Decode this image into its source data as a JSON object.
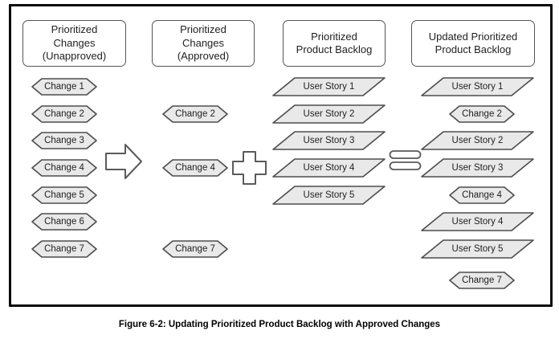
{
  "caption": "Figure 6-2: Updating Prioritized Product Backlog with Approved Changes",
  "colors": {
    "outer_border": "#0a0a0a",
    "header_fill": "#ffffff",
    "header_border": "#555555",
    "shape_fill": "#e9e9e9",
    "shape_border": "#4d4d4d",
    "operator_fill": "#ffffff",
    "operator_border": "#5a5a5a",
    "text": "#1f1f1f"
  },
  "columns": [
    {
      "id": "prioritized-changes-unapproved",
      "header": "Prioritized Changes (Unapproved)",
      "header_lines": [
        "Prioritized",
        "Changes",
        "(Unapproved)"
      ],
      "items": [
        {
          "label": "Change 1",
          "shape": "hexagon"
        },
        {
          "label": "Change 2",
          "shape": "hexagon"
        },
        {
          "label": "Change 3",
          "shape": "hexagon"
        },
        {
          "label": "Change 4",
          "shape": "hexagon"
        },
        {
          "label": "Change 5",
          "shape": "hexagon"
        },
        {
          "label": "Change 6",
          "shape": "hexagon"
        },
        {
          "label": "Change 7",
          "shape": "hexagon"
        }
      ]
    },
    {
      "id": "prioritized-changes-approved",
      "header": "Prioritized Changes (Approved)",
      "header_lines": [
        "Prioritized",
        "Changes",
        "(Approved)"
      ],
      "items": [
        {
          "label": "Change 2",
          "shape": "hexagon"
        },
        {
          "label": "Change 4",
          "shape": "hexagon"
        },
        {
          "label": "Change 7",
          "shape": "hexagon"
        }
      ]
    },
    {
      "id": "prioritized-product-backlog",
      "header": "Prioritized Product Backlog",
      "header_lines": [
        "Prioritized",
        "Product Backlog"
      ],
      "items": [
        {
          "label": "User Story 1",
          "shape": "parallelogram"
        },
        {
          "label": "User Story 2",
          "shape": "parallelogram"
        },
        {
          "label": "User Story 3",
          "shape": "parallelogram"
        },
        {
          "label": "User Story 4",
          "shape": "parallelogram"
        },
        {
          "label": "User Story 5",
          "shape": "parallelogram"
        }
      ]
    },
    {
      "id": "updated-prioritized-product-backlog",
      "header": "Updated Prioritized Product Backlog",
      "header_lines": [
        "Updated Prioritized",
        "Product Backlog"
      ],
      "items": [
        {
          "label": "User Story 1",
          "shape": "parallelogram"
        },
        {
          "label": "Change 2",
          "shape": "hexagon"
        },
        {
          "label": "User Story 2",
          "shape": "parallelogram"
        },
        {
          "label": "User Story 3",
          "shape": "parallelogram"
        },
        {
          "label": "Change 4",
          "shape": "hexagon"
        },
        {
          "label": "User Story 4",
          "shape": "parallelogram"
        },
        {
          "label": "User Story 5",
          "shape": "parallelogram"
        },
        {
          "label": "Change 7",
          "shape": "hexagon"
        }
      ]
    }
  ],
  "operators": [
    {
      "name": "transfer-arrow",
      "glyph": "block-arrow-right"
    },
    {
      "name": "merge-plus",
      "glyph": "plus"
    },
    {
      "name": "result-equals",
      "glyph": "equals"
    }
  ]
}
